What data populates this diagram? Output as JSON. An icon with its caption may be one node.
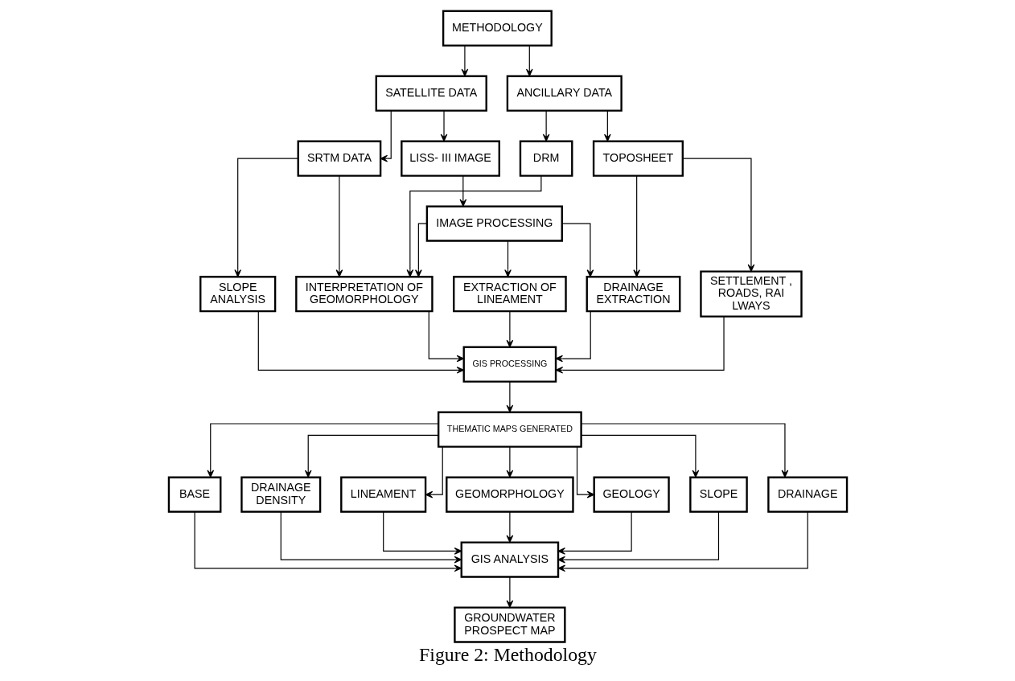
{
  "diagram": {
    "caption": "Figure 2: Methodology",
    "nodes": [
      {
        "text": [
          "METHODOLOGY"
        ]
      },
      {
        "text": [
          "SATELLITE DATA"
        ]
      },
      {
        "text": [
          "ANCILLARY DATA"
        ]
      },
      {
        "text": [
          "LISS- III IMAGE"
        ]
      },
      {
        "text": [
          "SRTM DATA"
        ]
      },
      {
        "text": [
          "DRM"
        ]
      },
      {
        "text": [
          "TOPOSHEET"
        ]
      },
      {
        "text": [
          "IMAGE PROCESSING"
        ]
      },
      {
        "text": [
          "EXTRACTION OF LINEAMENT"
        ]
      },
      {
        "text": [
          "SLOPE ANALYSIS"
        ]
      },
      {
        "text": [
          "INTERPRETATION OF GEOMORPHOLOGY"
        ]
      },
      {
        "text": [
          "DRAINAGE EXTRACTION"
        ]
      },
      {
        "text": [
          "SETTLEMENT , ROADS, RAI LWAYS"
        ]
      },
      {
        "text": [
          "GIS PROCESSING"
        ]
      },
      {
        "text": [
          "THEMATIC MAPS GENERATED"
        ]
      },
      {
        "text": [
          "BASE"
        ]
      },
      {
        "text": [
          "DRAINAGE DENSITY"
        ]
      },
      {
        "text": [
          "LINEAMENT"
        ]
      },
      {
        "text": [
          "GEOMORPHOLOGY"
        ]
      },
      {
        "text": [
          "GEOLOGY"
        ]
      },
      {
        "text": [
          "SLOPE"
        ]
      },
      {
        "text": [
          "DRAINAGE"
        ]
      },
      {
        "text": [
          "GIS ANALYSIS"
        ]
      },
      {
        "text": [
          "GROUNDWATER PROSPECT MAP"
        ]
      }
    ],
    "edges": [
      {
        "from": 0,
        "to": 1,
        "arrow": "to"
      },
      {
        "from": 0,
        "to": 2,
        "arrow": "to"
      },
      {
        "from": 1,
        "to": 3,
        "arrow": "to"
      },
      {
        "from": 1,
        "to": 4,
        "arrow": "to"
      },
      {
        "from": 2,
        "to": 5,
        "arrow": "to"
      },
      {
        "from": 2,
        "to": 6,
        "arrow": "to"
      },
      {
        "from": 3,
        "to": 7,
        "arrow": "to"
      },
      {
        "from": 4,
        "to": 9,
        "arrow": "to"
      },
      {
        "from": 4,
        "to": 10,
        "arrow": "to"
      },
      {
        "from": 5,
        "to": 10,
        "arrow": "to"
      },
      {
        "from": 6,
        "to": 11,
        "arrow": "to"
      },
      {
        "from": 6,
        "to": 12,
        "arrow": "to"
      },
      {
        "from": 7,
        "to": 8,
        "arrow": "to"
      },
      {
        "from": 7,
        "to": 10,
        "arrow": "to"
      },
      {
        "from": 7,
        "to": 11,
        "arrow": "to"
      },
      {
        "from": 8,
        "to": 13,
        "arrow": "to"
      },
      {
        "from": 9,
        "to": 13,
        "arrow": "to"
      },
      {
        "from": 10,
        "to": 13,
        "arrow": "to"
      },
      {
        "from": 11,
        "to": 13,
        "arrow": "to"
      },
      {
        "from": 12,
        "to": 13,
        "arrow": "to"
      },
      {
        "from": 13,
        "to": 14,
        "arrow": "to"
      },
      {
        "from": 14,
        "to": 15,
        "arrow": "to"
      },
      {
        "from": 14,
        "to": 16,
        "arrow": "to"
      },
      {
        "from": 14,
        "to": 17,
        "arrow": "to"
      },
      {
        "from": 14,
        "to": 18,
        "arrow": "to"
      },
      {
        "from": 14,
        "to": 19,
        "arrow": "to"
      },
      {
        "from": 14,
        "to": 20,
        "arrow": "to"
      },
      {
        "from": 14,
        "to": 21,
        "arrow": "to"
      },
      {
        "from": 15,
        "to": 22,
        "arrow": "to"
      },
      {
        "from": 16,
        "to": 22,
        "arrow": "to"
      },
      {
        "from": 17,
        "to": 22,
        "arrow": "to"
      },
      {
        "from": 18,
        "to": 22,
        "arrow": "to"
      },
      {
        "from": 19,
        "to": 22,
        "arrow": "to"
      },
      {
        "from": 20,
        "to": 22,
        "arrow": "to"
      },
      {
        "from": 21,
        "to": 22,
        "arrow": "to"
      },
      {
        "from": 22,
        "to": 23,
        "arrow": "to"
      }
    ]
  }
}
